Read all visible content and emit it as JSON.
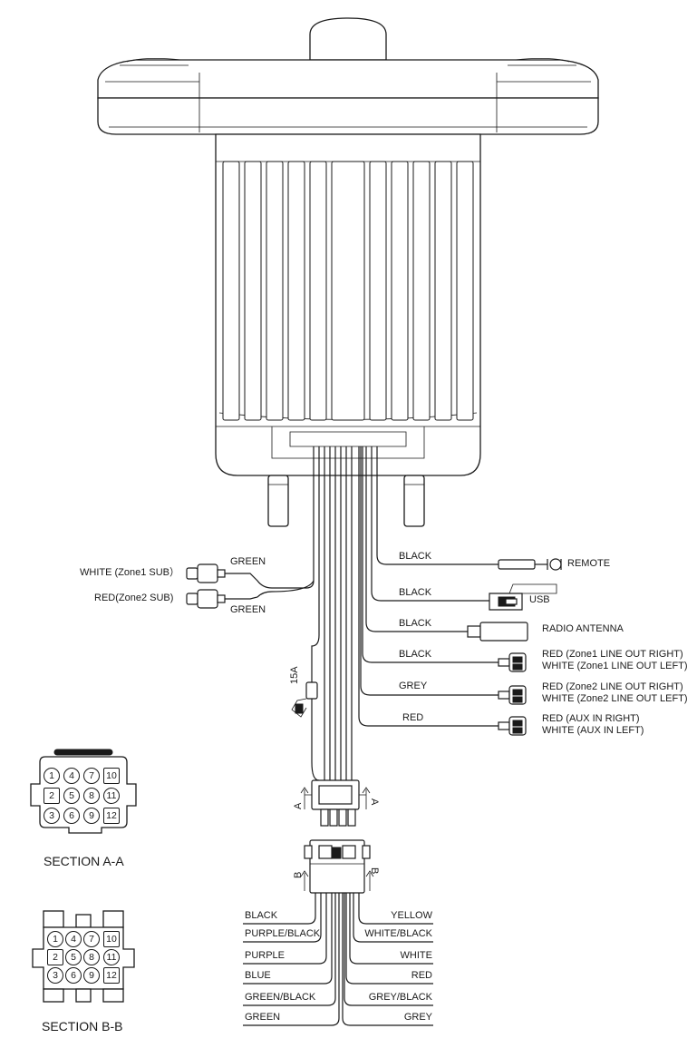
{
  "wires_right": {
    "remote": {
      "color": "BLACK",
      "label": "REMOTE"
    },
    "usb": {
      "color": "BLACK",
      "label": "USB"
    },
    "antenna": {
      "color": "BLACK",
      "label": "RADIO ANTENNA"
    },
    "zone1_line": {
      "color": "BLACK",
      "label_1": "RED (Zone1 LINE OUT RIGHT)",
      "label_2": "WHITE (Zone1 LINE OUT LEFT)"
    },
    "zone2_line": {
      "color": "GREY",
      "label_1": "RED (Zone2 LINE OUT RIGHT)",
      "label_2": "WHITE (Zone2  LINE OUT LEFT)"
    },
    "aux": {
      "color": "RED",
      "label_1": "RED (AUX IN RIGHT)",
      "label_2": "WHITE (AUX IN LEFT)"
    }
  },
  "wires_left": {
    "zone1_sub": {
      "label": "WHITE (Zone1 SUB）",
      "wire": "GREEN"
    },
    "zone2_sub": {
      "label": "RED(Zone2 SUB)",
      "wire": "GREEN"
    }
  },
  "fuse": {
    "label": "15A"
  },
  "section_markers": {
    "a": "A",
    "b": "B"
  },
  "harness_left": [
    "BLACK",
    "PURPLE/BLACK",
    "PURPLE",
    "BLUE",
    "GREEN/BLACK",
    "GREEN"
  ],
  "harness_right": [
    "YELLOW",
    "WHITE/BLACK",
    "WHITE",
    "RED",
    "GREY/BLACK",
    "GREY"
  ],
  "section_a": {
    "title": "SECTION A-A",
    "pins": [
      "1",
      "4",
      "7",
      "10",
      "2",
      "5",
      "8",
      "11",
      "3",
      "6",
      "9",
      "12"
    ]
  },
  "section_b": {
    "title": "SECTION B-B",
    "pins": [
      "1",
      "4",
      "7",
      "10",
      "2",
      "5",
      "8",
      "11",
      "3",
      "6",
      "9",
      "12"
    ]
  }
}
